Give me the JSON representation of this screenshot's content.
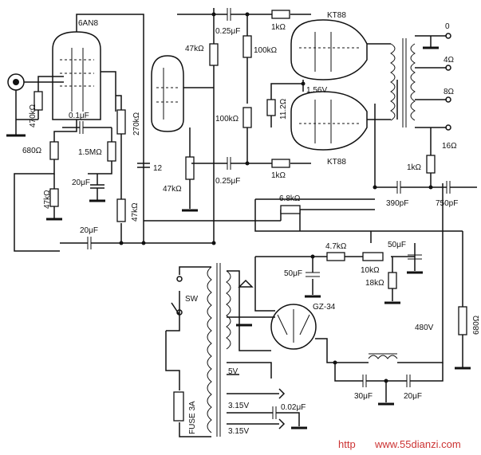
{
  "tubes": {
    "input": "6AN8",
    "power_top": "KT88",
    "power_bottom": "KT88",
    "rectifier": "GZ-34"
  },
  "components": {
    "r_input": "470kΩ",
    "r_cathode1": "680Ω",
    "r_47k_a": "47kΩ",
    "c_0_1": "0.1μF",
    "r_1_5m": "1.5MΩ",
    "c_20_a": "20μF",
    "r_270k": "270kΩ",
    "r_47k_b": "47kΩ",
    "c_20_b": "20μF",
    "c_12": "12",
    "r_47k_c": "47kΩ",
    "r_47k_d": "47kΩ",
    "c_025_top": "0.25μF",
    "r_100k_top": "100kΩ",
    "r_100k_bot": "100kΩ",
    "c_025_bot": "0.25μF",
    "r_1k_top": "1kΩ",
    "r_1k_bot": "1kΩ",
    "r_11_2": "11.2Ω",
    "v_bias": "1.56V",
    "r_6_8k": "6.8kΩ",
    "r_4_7k": "4.7kΩ",
    "c_50_a": "50μF",
    "c_50_b": "50μF",
    "r_10k": "10kΩ",
    "r_18k": "18kΩ",
    "r_1k_fb": "1kΩ",
    "c_390p": "390pF",
    "c_750p": "750pF",
    "r_680": "680Ω",
    "v_480": "480V",
    "c_30": "30μF",
    "c_20_c": "20μF",
    "c_002": "0.02μF",
    "v_5": "5V",
    "v_315_a": "3.15V",
    "v_315_b": "3.15V",
    "sw": "SW",
    "fuse": "FUSE  3A"
  },
  "taps": {
    "t0": "0",
    "t4": "4Ω",
    "t8": "8Ω",
    "t16": "16Ω"
  },
  "watermark": {
    "prefix": "http",
    "site": "www.55dianzi.com"
  }
}
